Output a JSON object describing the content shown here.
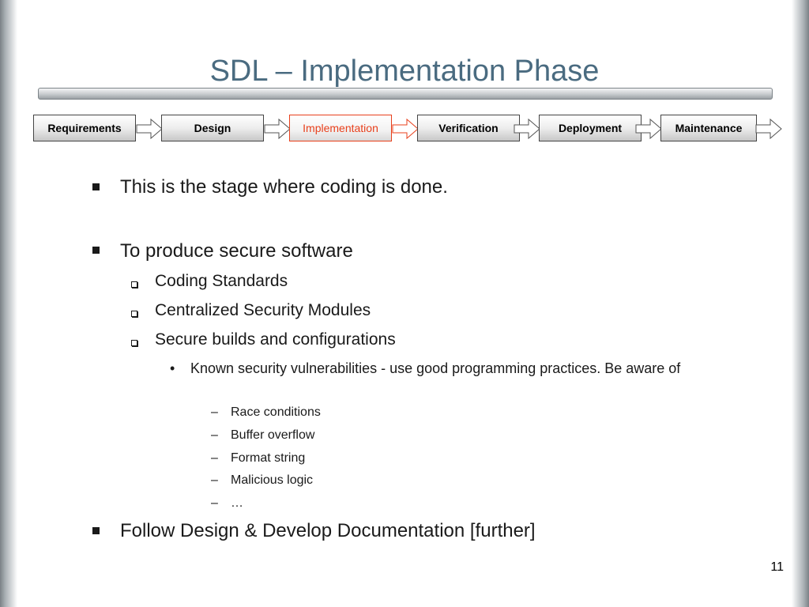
{
  "slide": {
    "title": "SDL – Implementation Phase",
    "page_number": "11"
  },
  "phases": [
    {
      "label": "Requirements",
      "active": false
    },
    {
      "label": "Design",
      "active": false
    },
    {
      "label": "Implementation",
      "active": true
    },
    {
      "label": "Verification",
      "active": false
    },
    {
      "label": "Deployment",
      "active": false
    },
    {
      "label": "Maintenance",
      "active": false
    }
  ],
  "colors": {
    "title": "#4a6b80",
    "active_phase": "#e8401c"
  },
  "bullets": {
    "b1": "This is the stage where coding is done.",
    "b2": "To produce secure software",
    "b2_sub": [
      "Coding Standards",
      "Centralized Security Modules",
      "Secure builds and configurations"
    ],
    "b2_sub3_detail": "Known security vulnerabilities - use good programming practices. Be aware of",
    "b2_sub3_items": [
      "Race conditions",
      "Buffer overflow",
      "Format string",
      "Malicious logic",
      "…"
    ],
    "b3": "Follow Design & Develop Documentation [further]"
  },
  "markers": {
    "l3_bullet": "•",
    "l4_dash": "–"
  }
}
